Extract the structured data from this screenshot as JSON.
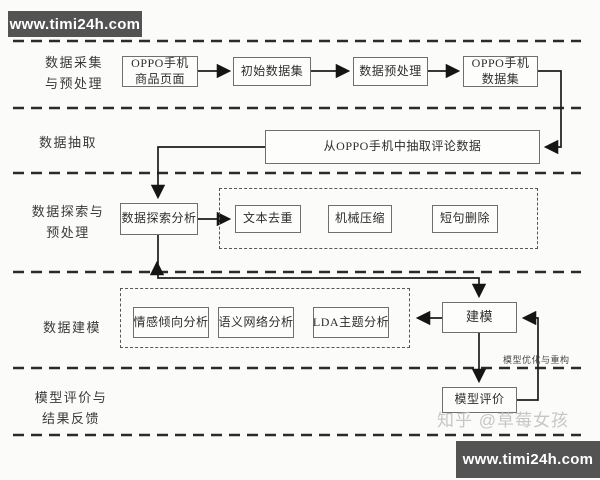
{
  "watermarks": {
    "banner_text": "www.timi24h.com",
    "zhihu": "知乎 @草莓女孩"
  },
  "colors": {
    "banner_bg": "#535353",
    "banner_text": "#ffffff",
    "line": "#1c1c1c",
    "box_border": "#6f6f6f",
    "dashed_divider": "#2b2b2b",
    "watermark_gray": "#c1c1c1"
  },
  "lanes": [
    {
      "label_lines": [
        "数据采集",
        "与预处理"
      ]
    },
    {
      "label_lines": [
        "数据抽取"
      ]
    },
    {
      "label_lines": [
        "数据探索与",
        "预处理"
      ]
    },
    {
      "label_lines": [
        "数据建模"
      ]
    },
    {
      "label_lines": [
        "模型评价与",
        "结果反馈"
      ]
    }
  ],
  "nodes": {
    "oppo_page": {
      "lines": [
        "OPPO手机",
        "商品页面"
      ]
    },
    "initial_dataset": {
      "label": "初始数据集"
    },
    "preprocess": {
      "label": "数据预处理"
    },
    "oppo_dataset": {
      "lines": [
        "OPPO手机",
        "数据集"
      ]
    },
    "extract": {
      "label": "从OPPO手机中抽取评论数据"
    },
    "explore": {
      "label": "数据探索分析"
    },
    "text_dedup": {
      "label": "文本去重"
    },
    "mech_compress": {
      "label": "机械压缩"
    },
    "short_delete": {
      "label": "短句删除"
    },
    "sentiment": {
      "label": "情感倾向分析"
    },
    "semantic_net": {
      "label": "语义网络分析"
    },
    "lda_topic": {
      "label": "LDA主题分析"
    },
    "modeling": {
      "label": "建模"
    },
    "model_eval": {
      "label": "模型评价"
    }
  },
  "edge_labels": {
    "optimize": "模型优化与重构"
  }
}
